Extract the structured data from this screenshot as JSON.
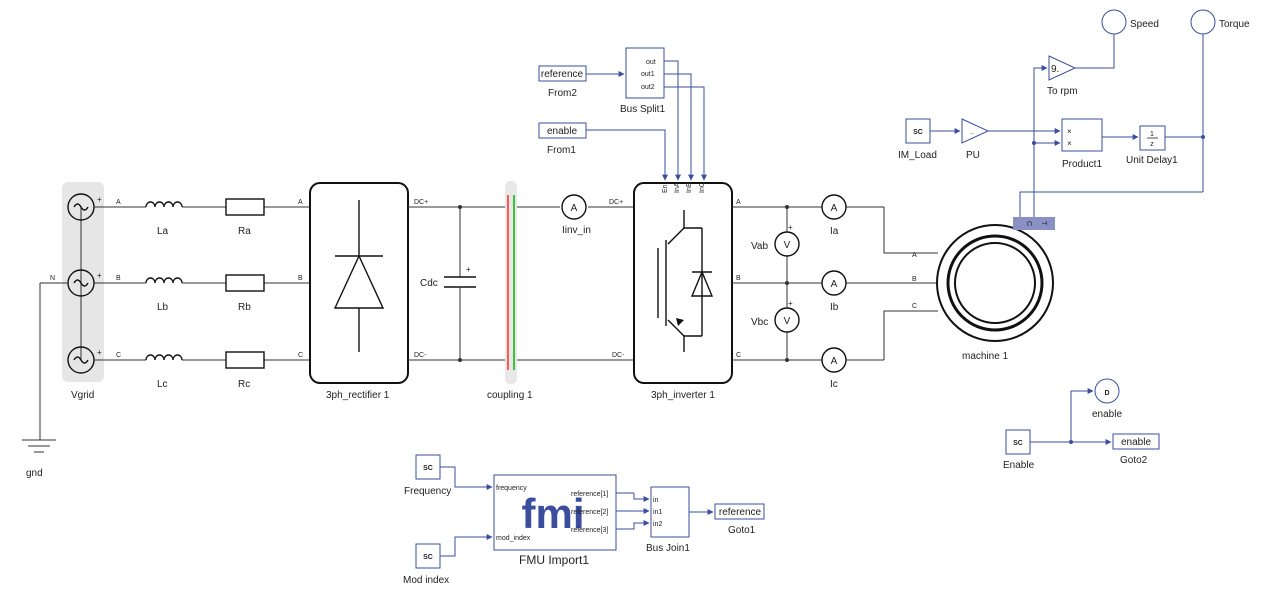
{
  "labels": {
    "vgrid": "Vgrid",
    "gnd": "gnd",
    "la": "La",
    "lb": "Lb",
    "lc": "Lc",
    "ra": "Ra",
    "rb": "Rb",
    "rc": "Rc",
    "rectifier": "3ph_rectifier 1",
    "cdc": "Cdc",
    "coupling": "coupling 1",
    "iinv": "Iinv_in",
    "inverter": "3ph_inverter 1",
    "vab": "Vab",
    "vbc": "Vbc",
    "ia": "Ia",
    "ib": "Ib",
    "ic": "Ic",
    "machine": "machine 1",
    "speed": "Speed",
    "torque": "Torque",
    "to_rpm": "To rpm",
    "to_rpm_gain": "9.",
    "im_load": "IM_Load",
    "pu": "PU",
    "product": "Product1",
    "unit_delay": "Unit Delay1",
    "unit_delay_num": "1",
    "unit_delay_den": "z",
    "from2": "From2",
    "from2_tag": "reference",
    "bus_split": "Bus Split1",
    "from1": "From1",
    "from1_tag": "enable",
    "enable_const": "Enable",
    "enable_out": "enable",
    "goto2": "Goto2",
    "goto2_tag": "enable",
    "frequency": "Frequency",
    "mod_index": "Mod index",
    "fmu": "FMU Import1",
    "fmu_logo": "fmi",
    "bus_join": "Bus Join1",
    "goto1": "Goto1",
    "goto1_tag": "reference",
    "sc": "SC",
    "d": "D",
    "volt_sym": "V",
    "amp_sym": "A",
    "mult_sym": "×"
  },
  "ports": {
    "phase_a": "A",
    "phase_b": "B",
    "phase_c": "C",
    "neutral": "N",
    "dc_plus": "DC+",
    "dc_minus": "DC-",
    "plus": "+",
    "split_out": "out",
    "split_out1": "out1",
    "split_out2": "out2",
    "inv_en": "En",
    "inv_ina": "InA",
    "inv_inb": "InB",
    "inv_inc": "InC",
    "fmu_frequency": "frequency",
    "fmu_mod_index": "mod_index",
    "fmu_ref1": "reference[1]",
    "fmu_ref2": "reference[2]",
    "fmu_ref3": "reference[3]",
    "join_in": "in",
    "join_in1": "in1",
    "join_in2": "in2",
    "mech_c": "C",
    "mech_t": "T",
    "pu_sym": "..",
    "hidden_in": ""
  },
  "colors": {
    "wire": "#333333",
    "signal": "#3b4e9e",
    "coupling_red": "#ff5a5a",
    "coupling_green": "#3cc23c",
    "vgrid_bg": "#e6e6e6",
    "mech_port": "#8a8fc4"
  }
}
